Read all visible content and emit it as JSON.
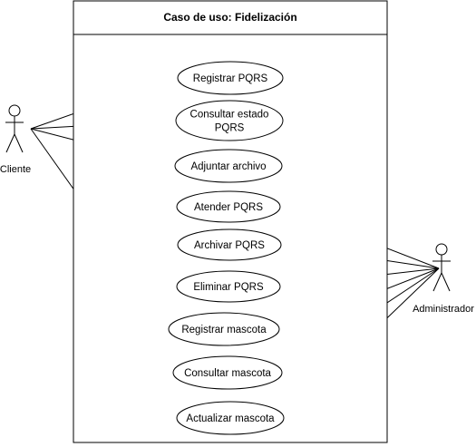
{
  "system": {
    "title": "Caso de uso: Fidelización"
  },
  "actors": [
    {
      "id": "cliente",
      "label": "Cliente"
    },
    {
      "id": "administrador",
      "label": "Administrador"
    }
  ],
  "use_cases": [
    {
      "id": "registrar-pqrs",
      "lines": [
        "Registrar PQRS"
      ]
    },
    {
      "id": "consultar-estado-pqrs",
      "lines": [
        "Consultar estado",
        "PQRS"
      ]
    },
    {
      "id": "adjuntar-archivo",
      "lines": [
        "Adjuntar archivo"
      ]
    },
    {
      "id": "atender-pqrs",
      "lines": [
        "Atender PQRS"
      ]
    },
    {
      "id": "archivar-pqrs",
      "lines": [
        "Archivar PQRS"
      ]
    },
    {
      "id": "eliminar-pqrs",
      "lines": [
        "Eliminar PQRS"
      ]
    },
    {
      "id": "registrar-mascota",
      "lines": [
        "Registrar mascota"
      ]
    },
    {
      "id": "consultar-mascota",
      "lines": [
        "Consultar mascota"
      ]
    },
    {
      "id": "actualizar-mascota",
      "lines": [
        "Actualizar mascota"
      ]
    }
  ],
  "associations": [
    {
      "actor": "cliente",
      "use_case": "registrar-pqrs"
    },
    {
      "actor": "cliente",
      "use_case": "consultar-estado-pqrs"
    },
    {
      "actor": "cliente",
      "use_case": "adjuntar-archivo"
    },
    {
      "actor": "cliente",
      "use_case": "registrar-mascota"
    },
    {
      "actor": "administrador",
      "use_case": "atender-pqrs"
    },
    {
      "actor": "administrador",
      "use_case": "archivar-pqrs"
    },
    {
      "actor": "administrador",
      "use_case": "eliminar-pqrs"
    },
    {
      "actor": "administrador",
      "use_case": "registrar-mascota"
    },
    {
      "actor": "administrador",
      "use_case": "consultar-mascota"
    },
    {
      "actor": "administrador",
      "use_case": "actualizar-mascota"
    }
  ]
}
